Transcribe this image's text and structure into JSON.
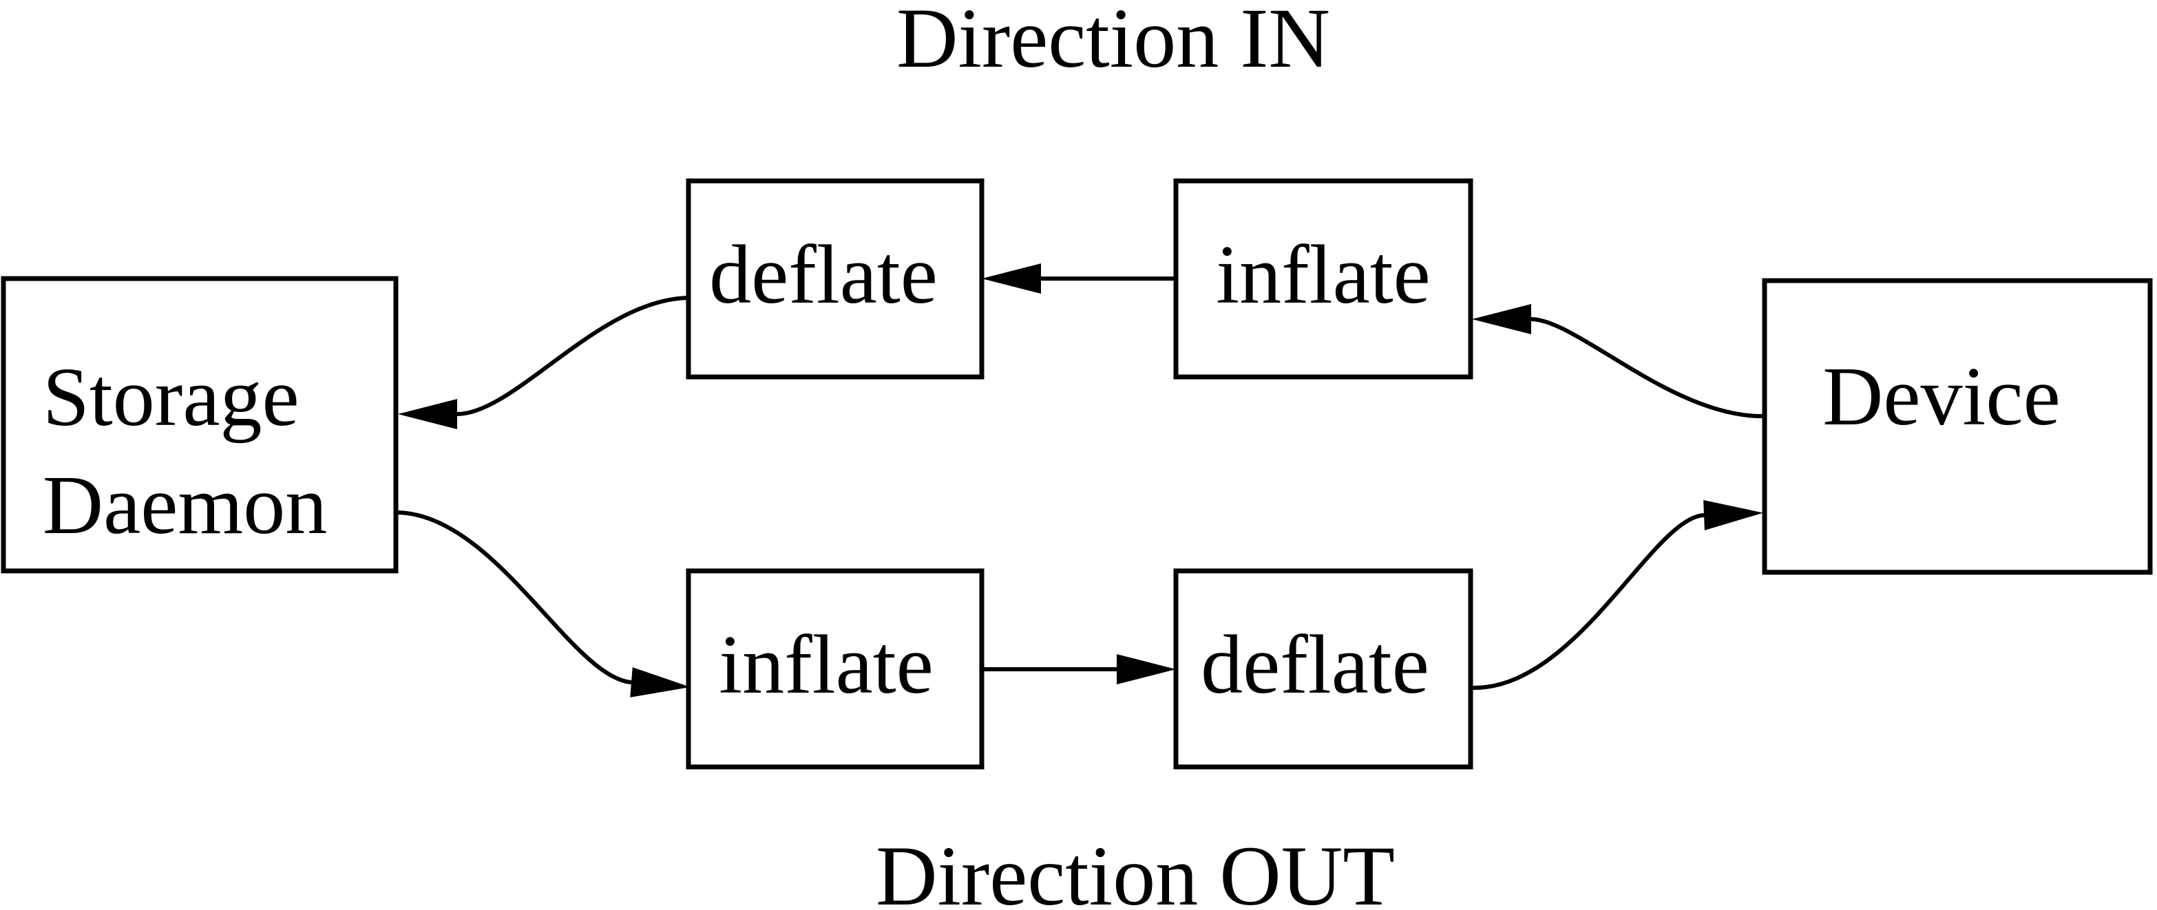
{
  "titles": {
    "direction_in": "Direction IN",
    "direction_out": "Direction OUT"
  },
  "nodes": {
    "storage_daemon": {
      "line1": "Storage",
      "line2": "Daemon"
    },
    "deflate_in": {
      "label": "deflate"
    },
    "inflate_in": {
      "label": "inflate"
    },
    "inflate_out": {
      "label": "inflate"
    },
    "deflate_out": {
      "label": "deflate"
    },
    "device": {
      "label": "Device"
    }
  },
  "edges": [
    {
      "from": "device",
      "to": "inflate_in",
      "flow": "direction-in"
    },
    {
      "from": "inflate_in",
      "to": "deflate_in",
      "flow": "direction-in"
    },
    {
      "from": "deflate_in",
      "to": "storage_daemon",
      "flow": "direction-in"
    },
    {
      "from": "storage_daemon",
      "to": "inflate_out",
      "flow": "direction-out"
    },
    {
      "from": "inflate_out",
      "to": "deflate_out",
      "flow": "direction-out"
    },
    {
      "from": "deflate_out",
      "to": "device",
      "flow": "direction-out"
    }
  ],
  "colors": {
    "stroke": "#000000",
    "background": "#ffffff"
  }
}
